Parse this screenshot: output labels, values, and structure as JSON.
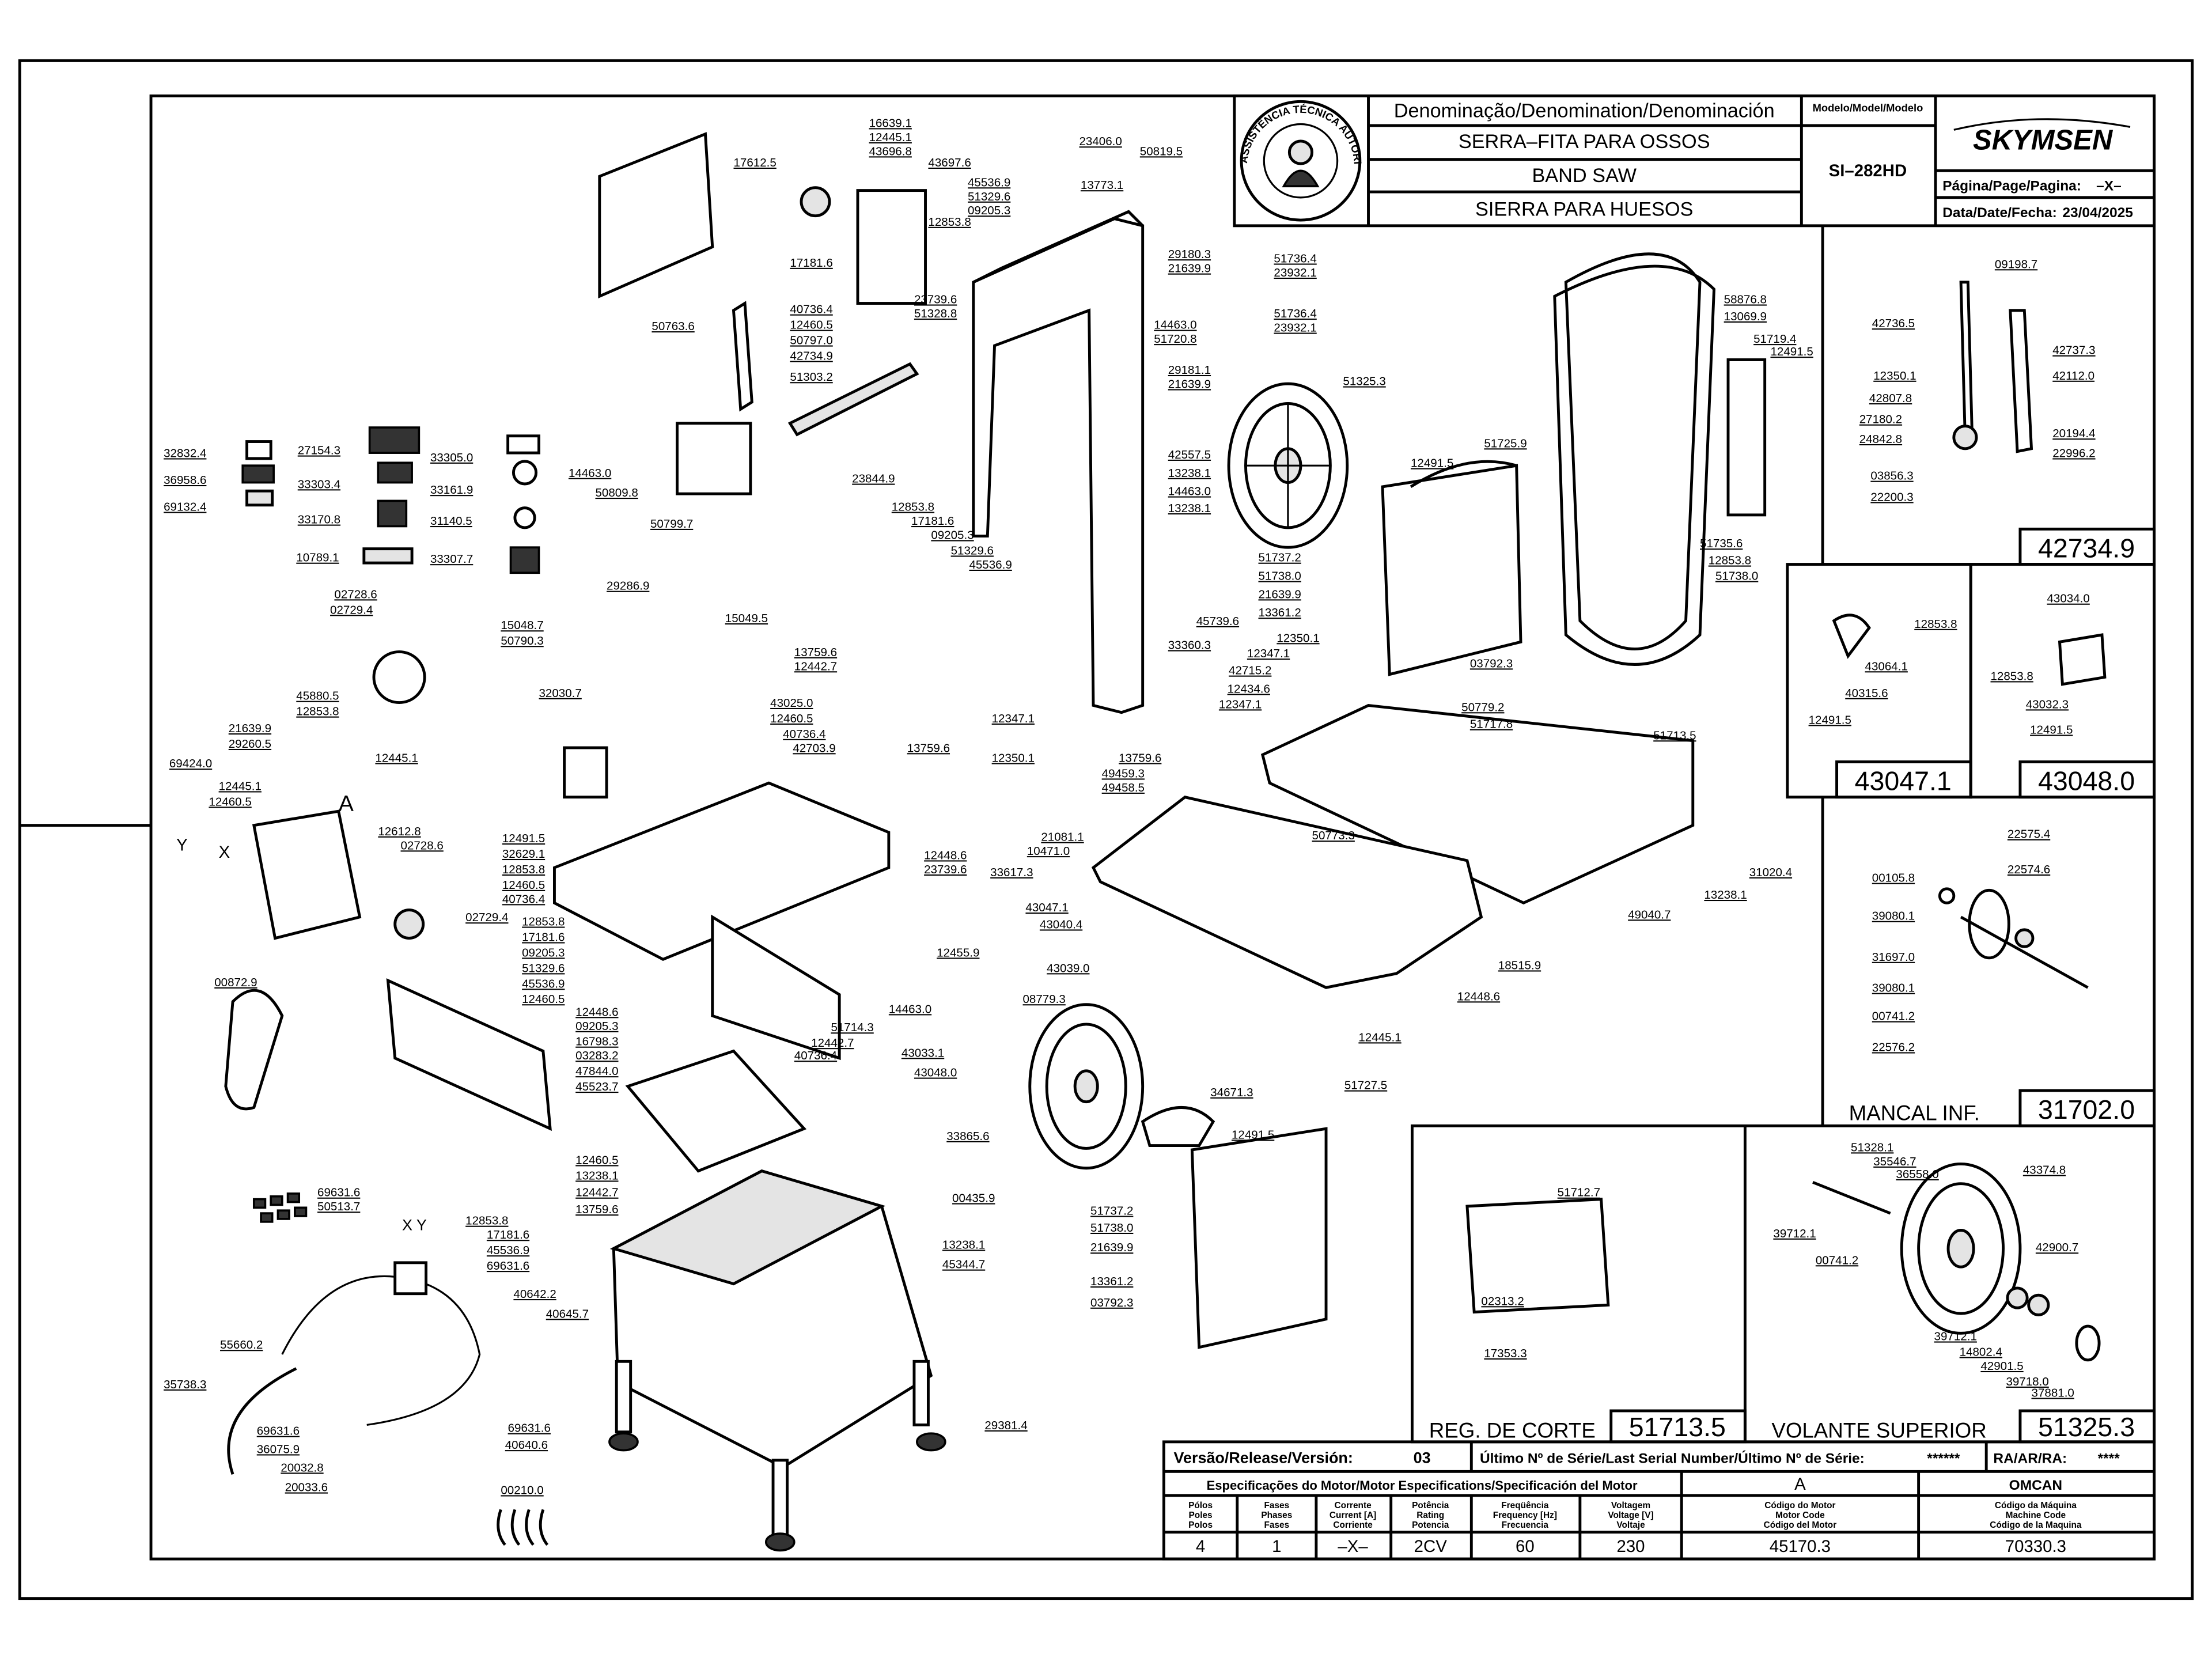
{
  "title_block": {
    "header": "Denominação/Denomination/Denominación",
    "model_header": "Modelo/Model/Modelo",
    "name_pt": "SERRA–FITA PARA OSSOS",
    "name_en": "BAND SAW",
    "name_es": "SIERRA PARA HUESOS",
    "model": "SI–282HD",
    "brand": "SKYMSEN",
    "page_label": "Página/Page/Pagina:",
    "page_value": "–X–",
    "date_label": "Data/Date/Fecha:",
    "date_value": "23/04/2025",
    "seal_text": "ASSISTÊNCIA TÉCNICA AUTORIZADA"
  },
  "detail_boxes": {
    "guide_arm": "42734.9",
    "upper_guide_a": "43047.1",
    "upper_guide_b": "43048.0",
    "lower_bearing_label": "MANCAL INF.",
    "lower_bearing_code": "31702.0",
    "cut_regulator_label": "REG. DE CORTE",
    "cut_regulator_code": "51713.5",
    "upper_wheel_label": "VOLANTE SUPERIOR",
    "upper_wheel_code": "51325.3"
  },
  "release_row": {
    "version_label": "Versão/Release/Versión:",
    "version_value": "03",
    "serial_label": "Último Nº de Série/Last Serial Number/Último Nº de Série:",
    "serial_value": "******",
    "ra_label": "RA/AR/RA:",
    "ra_value": "****"
  },
  "motor_spec": {
    "header": "Especificações do Motor/Motor Especifications/Specificación del Motor",
    "col_a": "A",
    "col_omcan": "OMCAN",
    "heads": [
      [
        "Pólos",
        "Poles",
        "Polos"
      ],
      [
        "Fases",
        "Phases",
        "Fases"
      ],
      [
        "Corrente",
        "Current [A]",
        "Corriente"
      ],
      [
        "Potência",
        "Rating",
        "Potencia"
      ],
      [
        "Freqüência",
        "Frequency [Hz]",
        "Frecuencia"
      ],
      [
        "Voltagem",
        "Voltage [V]",
        "Voltaje"
      ],
      [
        "Código do Motor",
        "Motor Code",
        "Código del Motor"
      ],
      [
        "Código da Máquina",
        "Machine Code",
        "Código de la Maquina"
      ]
    ],
    "values": [
      "4",
      "1",
      "–X–",
      "2CV",
      "60",
      "230",
      "45170.3",
      "70330.3"
    ]
  },
  "part_labels": [
    "16639.1",
    "12445.1",
    "43696.8",
    "17612.5",
    "43697.6",
    "23406.0",
    "50819.5",
    "45536.9",
    "51329.6",
    "09205.3",
    "12853.8",
    "13773.1",
    "17181.6",
    "50763.6",
    "40736.4",
    "12460.5",
    "50797.0",
    "42734.9",
    "51303.2",
    "23739.6",
    "51328.8",
    "29180.3",
    "21639.9",
    "51736.4",
    "23932.1",
    "51736.4",
    "23932.1",
    "14463.0",
    "51720.8",
    "29181.1",
    "21639.9",
    "51325.3",
    "58876.8",
    "13069.9",
    "51719.4",
    "12491.5",
    "09198.7",
    "42736.5",
    "42737.3",
    "12350.1",
    "42112.0",
    "42807.8",
    "27180.2",
    "20194.4",
    "24842.8",
    "22996.2",
    "03856.3",
    "22200.3",
    "32832.4",
    "27154.3",
    "33305.0",
    "36958.6",
    "33303.4",
    "33161.9",
    "69132.4",
    "14463.0",
    "50809.8",
    "23844.9",
    "42557.5",
    "13238.1",
    "14463.0",
    "13238.1",
    "50799.7",
    "33170.8",
    "31140.5",
    "12853.8",
    "17181.6",
    "09205.3",
    "51329.6",
    "45536.9",
    "10789.1",
    "33307.7",
    "12491.5",
    "51725.9",
    "51737.2",
    "51738.0",
    "21639.9",
    "13361.2",
    "51735.6",
    "12853.8",
    "51738.0",
    "02728.6",
    "02729.4",
    "29286.9",
    "15048.7",
    "15049.5",
    "50790.3",
    "45739.6",
    "33360.3",
    "13759.6",
    "12442.7",
    "12350.1",
    "12347.1",
    "42715.2",
    "12434.6",
    "12347.1",
    "03792.3",
    "45880.5",
    "12853.8",
    "32030.7",
    "43025.0",
    "12460.5",
    "40736.4",
    "42703.9",
    "21639.9",
    "29260.5",
    "13759.6",
    "50779.2",
    "51717.8",
    "51713.5",
    "12445.1",
    "12347.1",
    "69424.0",
    "12445.1",
    "12460.5",
    "12350.1",
    "13759.6",
    "49459.3",
    "49458.5",
    "21081.1",
    "10471.0",
    "50773.3",
    "12491.5",
    "32629.1",
    "12853.8",
    "12460.5",
    "40736.4",
    "12612.8",
    "02728.6",
    "02729.4",
    "12448.6",
    "23739.6",
    "31020.4",
    "13238.1",
    "33617.3",
    "43047.1",
    "43040.4",
    "43039.0",
    "12853.8",
    "17181.6",
    "09205.3",
    "51329.6",
    "45536.9",
    "12460.5",
    "12455.9",
    "49040.7",
    "18515.9",
    "22575.4",
    "22574.6",
    "00105.8",
    "39080.1",
    "31697.0",
    "39080.1",
    "00741.2",
    "22576.2",
    "00872.9",
    "12448.6",
    "09205.3",
    "16798.3",
    "03283.2",
    "47844.0",
    "45523.7",
    "14463.0",
    "51714.3",
    "12442.7",
    "40736.4",
    "08779.3",
    "43033.1",
    "43048.0",
    "12448.6",
    "12445.1",
    "33865.6",
    "34671.3",
    "51727.5",
    "12491.5",
    "00435.9",
    "12460.5",
    "13238.1",
    "12442.7",
    "13759.6",
    "69631.6",
    "50513.7",
    "12853.8",
    "17181.6",
    "45536.9",
    "69631.6",
    "40642.2",
    "40645.7",
    "55660.2",
    "35738.3",
    "69631.6",
    "36075.9",
    "20032.8",
    "20033.6",
    "69631.6",
    "40640.6",
    "13238.1",
    "45344.7",
    "29381.4",
    "00210.0",
    "51737.2",
    "51738.0",
    "21639.9",
    "13361.2",
    "03792.3",
    "51712.7",
    "02313.2",
    "17353.3",
    "51328.1",
    "35546.7",
    "36558.0",
    "43374.8",
    "39712.1",
    "00741.2",
    "42900.7",
    "39712.1",
    "14802.4",
    "42901.5",
    "39718.0",
    "37881.0",
    "43064.1",
    "12853.8",
    "40315.6",
    "12491.5",
    "43034.0",
    "12853.8",
    "43032.3",
    "12491.5"
  ],
  "axis_marks": [
    "Y",
    "X",
    "A",
    "X Y"
  ]
}
